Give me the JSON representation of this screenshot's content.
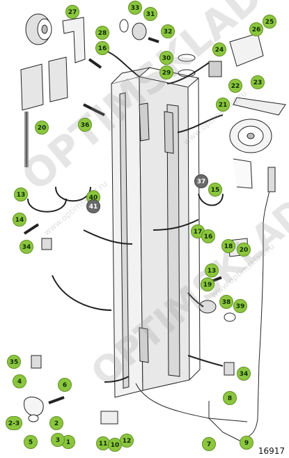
{
  "diagram": {
    "document_number": "16917",
    "callouts": [
      {
        "id": "c27",
        "label": "27"
      },
      {
        "id": "c28",
        "label": "28"
      },
      {
        "id": "c16a",
        "label": "16"
      },
      {
        "id": "c33",
        "label": "33"
      },
      {
        "id": "c31",
        "label": "31"
      },
      {
        "id": "c32",
        "label": "32"
      },
      {
        "id": "c30",
        "label": "30"
      },
      {
        "id": "c29",
        "label": "29"
      },
      {
        "id": "c26",
        "label": "26"
      },
      {
        "id": "c25",
        "label": "25"
      },
      {
        "id": "c24",
        "label": "24"
      },
      {
        "id": "c22",
        "label": "22"
      },
      {
        "id": "c23",
        "label": "23"
      },
      {
        "id": "c21",
        "label": "21"
      },
      {
        "id": "c20a",
        "label": "20"
      },
      {
        "id": "c36",
        "label": "36"
      },
      {
        "id": "c13a",
        "label": "13"
      },
      {
        "id": "c40",
        "label": "40"
      },
      {
        "id": "c41",
        "label": "41"
      },
      {
        "id": "c14",
        "label": "14"
      },
      {
        "id": "c37",
        "label": "37"
      },
      {
        "id": "c15",
        "label": "15"
      },
      {
        "id": "c17",
        "label": "17"
      },
      {
        "id": "c16b",
        "label": "16"
      },
      {
        "id": "c34a",
        "label": "34"
      },
      {
        "id": "c18",
        "label": "18"
      },
      {
        "id": "c20b",
        "label": "20"
      },
      {
        "id": "c13b",
        "label": "13"
      },
      {
        "id": "c19",
        "label": "19"
      },
      {
        "id": "c38",
        "label": "38"
      },
      {
        "id": "c39",
        "label": "39"
      },
      {
        "id": "c35",
        "label": "35"
      },
      {
        "id": "c34b",
        "label": "34"
      },
      {
        "id": "c4",
        "label": "4"
      },
      {
        "id": "c6",
        "label": "6"
      },
      {
        "id": "c23b",
        "label": "2-3"
      },
      {
        "id": "c2",
        "label": "2"
      },
      {
        "id": "c1",
        "label": "1"
      },
      {
        "id": "c3",
        "label": "3"
      },
      {
        "id": "c5",
        "label": "5"
      },
      {
        "id": "c11",
        "label": "11"
      },
      {
        "id": "c10",
        "label": "10"
      },
      {
        "id": "c12",
        "label": "12"
      },
      {
        "id": "c8",
        "label": "8"
      },
      {
        "id": "c7",
        "label": "7"
      },
      {
        "id": "c9",
        "label": "9"
      }
    ]
  },
  "watermark": {
    "brand": "OPTIMSKLAD",
    "url": "www.optimsklad.ru"
  },
  "colors": {
    "callout_fill": "#8cc63f",
    "callout_gray": "#6a6a6a",
    "line": "#222222"
  }
}
